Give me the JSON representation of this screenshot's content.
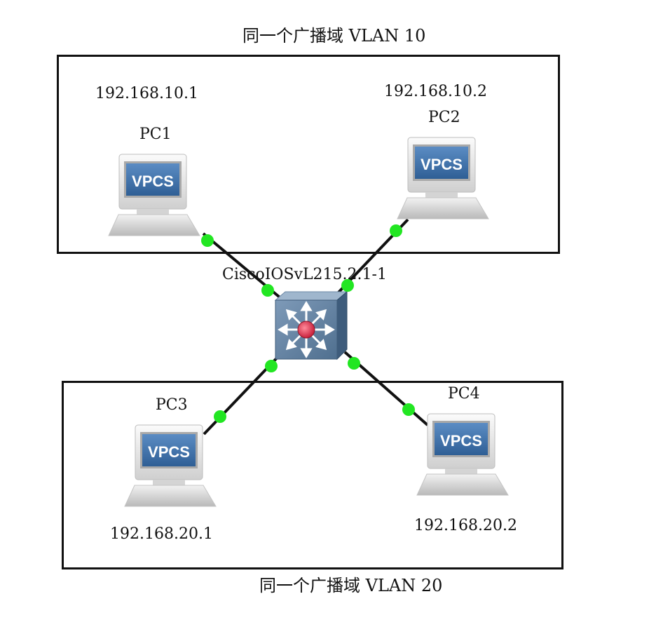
{
  "top_box": {
    "title": "同一个广播域 VLAN 10"
  },
  "bottom_box": {
    "title": "同一个广播域 VLAN 20"
  },
  "switch": {
    "name": "CiscoIOSvL215.2.1-1",
    "icon": "multilayer-switch-icon"
  },
  "pcs": [
    {
      "name": "PC1",
      "ip": "192.168.10.1",
      "screen_text": "VPCS",
      "icon": "vpcs-computer-icon"
    },
    {
      "name": "PC2",
      "ip": "192.168.10.2",
      "screen_text": "VPCS",
      "icon": "vpcs-computer-icon"
    },
    {
      "name": "PC3",
      "ip": "192.168.20.1",
      "screen_text": "VPCS",
      "icon": "vpcs-computer-icon"
    },
    {
      "name": "PC4",
      "ip": "192.168.20.2",
      "screen_text": "VPCS",
      "icon": "vpcs-computer-icon"
    }
  ],
  "colors": {
    "link": "#111111",
    "link_status": "#22e622",
    "switch_body": "#5f7f9f",
    "switch_center": "#e0405a",
    "screen": "#3d6fa8"
  }
}
